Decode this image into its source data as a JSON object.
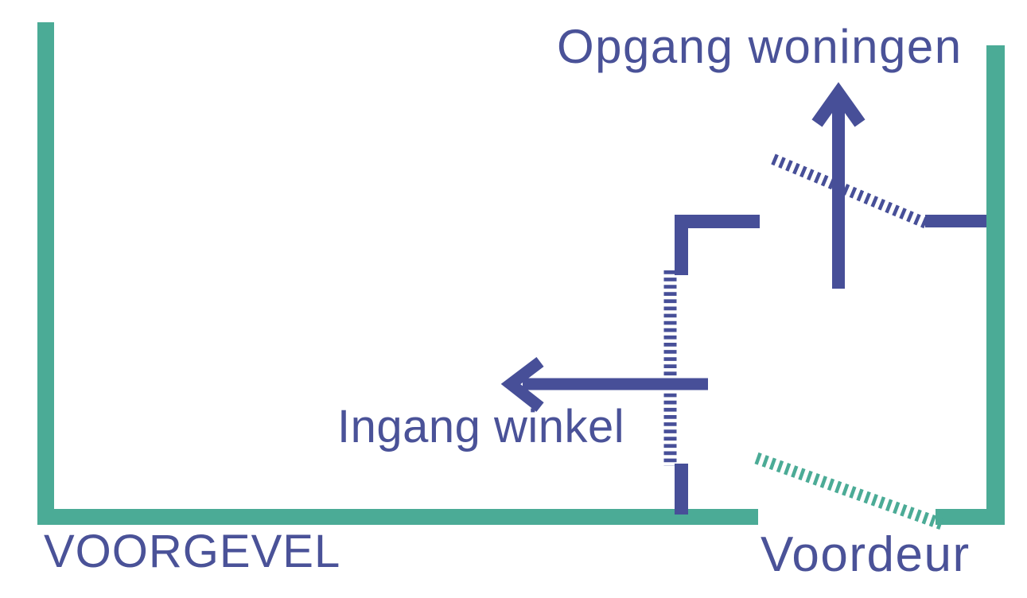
{
  "labels": {
    "opgang_woningen": "Opgang woningen",
    "ingang_winkel": "Ingang winkel",
    "voordeur": "Voordeur",
    "voorgevel": "VOORGEVEL"
  },
  "colors": {
    "facade_teal": "#4bab96",
    "interior_blue": "#474f98",
    "text_blue": "#4a5298",
    "background": "#ffffff"
  },
  "diagram": {
    "type": "floor-plan-sketch",
    "description_elements": [
      {
        "name": "facade-walls",
        "color_key": "facade_teal",
        "label": "VOORGEVEL"
      },
      {
        "name": "front-door-opening",
        "style": "dashed-diagonal",
        "color_key": "facade_teal",
        "label": "Voordeur"
      },
      {
        "name": "shop-door",
        "style": "dashed-vertical",
        "color_key": "interior_blue"
      },
      {
        "name": "up-arrow",
        "points_to": "Opgang woningen"
      },
      {
        "name": "left-arrow",
        "points_to": "Ingang winkel"
      }
    ]
  }
}
